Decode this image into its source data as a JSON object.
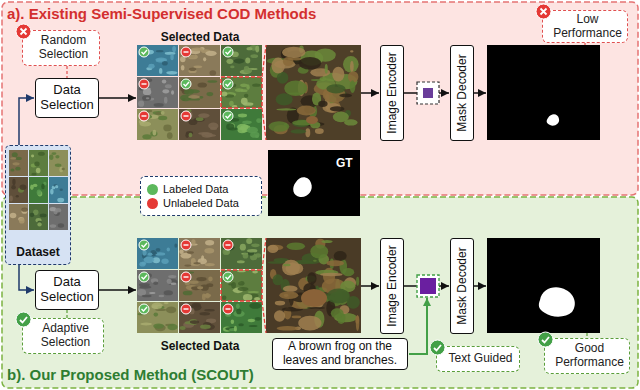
{
  "diagram": {
    "nodes": [
      {
        "text": [
          "a). Existing Semi-Supervised COD Methods"
        ]
      },
      {
        "text": [
          "Random Selection"
        ],
        "in": 0
      },
      {
        "text": [
          "Data Selection"
        ],
        "in": 0
      },
      {
        "text": [
          "Image Encoder"
        ],
        "in": 0
      },
      {
        "text": [
          "Mask Decoder"
        ],
        "in": 0
      },
      {
        "text": [
          "Low Performance"
        ],
        "in": 0
      },
      {
        "text": [
          "b). Our Proposed Method (SCOUT)"
        ]
      },
      {
        "text": [
          "Data Selection"
        ],
        "in": 6
      },
      {
        "text": [
          "Adaptive Selection"
        ],
        "in": 6
      },
      {
        "text": [
          "Image Encoder"
        ],
        "in": 6
      },
      {
        "text": [
          "Mask Decoder"
        ],
        "in": 6
      },
      {
        "text": [
          "A brown frog on the leaves and branches."
        ],
        "in": 6
      },
      {
        "text": [
          "Text Guided"
        ],
        "in": 6
      },
      {
        "text": [
          "Good Performance"
        ],
        "in": 6
      },
      {
        "text": [
          "Dataset"
        ]
      }
    ],
    "edges": [
      {
        "from": 14,
        "to": 2,
        "arrow": "to"
      },
      {
        "from": 14,
        "to": 7,
        "arrow": "to"
      },
      {
        "from": 1,
        "to": 2,
        "arrow": "none"
      },
      {
        "from": 8,
        "to": 7,
        "arrow": "none"
      },
      {
        "from": 3,
        "to": 4,
        "arrow": "to"
      },
      {
        "from": 9,
        "to": 10,
        "arrow": "to"
      }
    ],
    "labels": [
      "Selected Data",
      "GT",
      "Selected Data"
    ],
    "legend": [
      {
        "text": "Labeled Data",
        "color": "#5cb85c"
      },
      {
        "text": "Unlabeled Data",
        "color": "#e53935"
      }
    ]
  }
}
